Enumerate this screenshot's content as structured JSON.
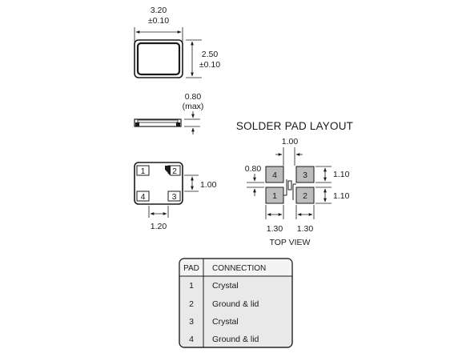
{
  "top_view_dims": {
    "width_value": "3.20",
    "width_tol": "±0.10",
    "height_value": "2.50",
    "height_tol": "±0.10"
  },
  "side_view_dims": {
    "thickness_value": "0.80",
    "thickness_note": "(max)"
  },
  "bottom_view": {
    "pads": [
      "1",
      "2",
      "4",
      "3"
    ],
    "pad_height": "1.00",
    "pad_width": "1.20"
  },
  "solder_layout": {
    "title": "SOLDER PAD LAYOUT",
    "center_gap": "1.00",
    "left_dim": "0.80",
    "right_dim_top": "1.10",
    "right_dim_bottom": "1.10",
    "bottom_dim_left": "1.30",
    "bottom_dim_right": "1.30",
    "pads": [
      "4",
      "3",
      "1",
      "2"
    ],
    "view_label": "TOP VIEW"
  },
  "table": {
    "headers": [
      "PAD",
      "CONNECTION"
    ],
    "rows": [
      {
        "pad": "1",
        "connection": "Crystal"
      },
      {
        "pad": "2",
        "connection": "Ground & lid"
      },
      {
        "pad": "3",
        "connection": "Crystal"
      },
      {
        "pad": "4",
        "connection": "Ground & lid"
      }
    ]
  },
  "colors": {
    "pad_fill": "#bdbdbd",
    "table_header_fill": "#f4f4f4",
    "table_body_fill": "#e9e9e9",
    "line": "#1a1a1a"
  }
}
